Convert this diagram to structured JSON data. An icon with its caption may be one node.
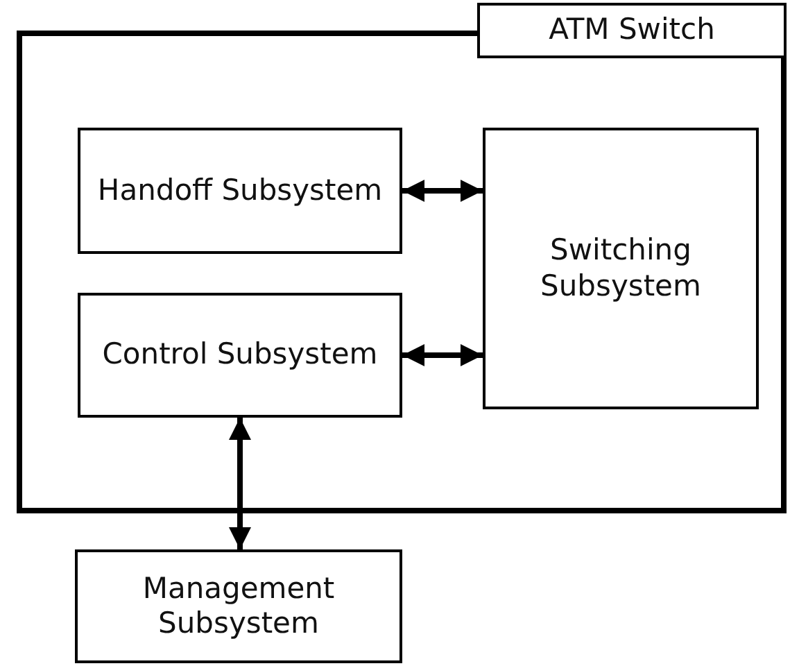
{
  "diagram": {
    "nodes": [
      {
        "text": [
          "ATM Switch"
        ]
      },
      {
        "text": [
          "Handoff Subsystem"
        ],
        "in": 0
      },
      {
        "text": [
          "Control Subsystem"
        ],
        "in": 0
      },
      {
        "text": [
          "Switching Subsystem"
        ],
        "in": 0
      },
      {
        "text": [
          "Management Subsystem"
        ]
      }
    ],
    "edges": [
      {
        "from": 1,
        "to": 3,
        "arrow": "both"
      },
      {
        "from": 2,
        "to": 3,
        "arrow": "both"
      },
      {
        "from": 2,
        "to": 4,
        "arrow": "both"
      }
    ]
  }
}
